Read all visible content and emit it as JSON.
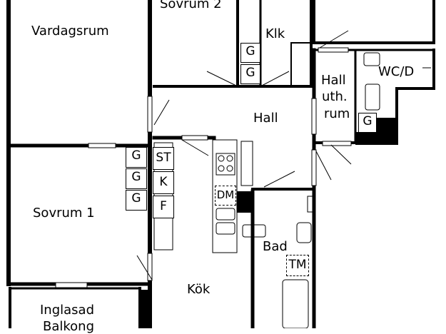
{
  "rooms": {
    "sovrum2": "Sovrum 2",
    "vardagsrum": "Vardagsrum",
    "klk": "Klk",
    "hall": "Hall",
    "hall_uth_1": "Hall",
    "hall_uth_2": "uth.",
    "hall_uth_3": "rum",
    "wcd": "WC/D",
    "sovrum1": "Sovrum 1",
    "kok": "Kök",
    "bad": "Bad",
    "balkong_1": "Inglasad",
    "balkong_2": "Balkong"
  },
  "fixtures": {
    "g": "G",
    "st": "ST",
    "k": "K",
    "f": "F",
    "dm": "DM",
    "tm": "TM"
  }
}
